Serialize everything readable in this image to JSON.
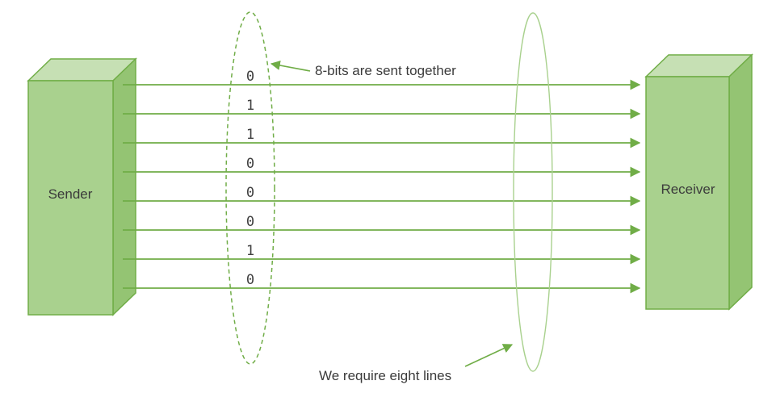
{
  "diagram": {
    "sender_label": "Sender",
    "receiver_label": "Receiver",
    "bits": [
      "0",
      "1",
      "1",
      "0",
      "0",
      "0",
      "1",
      "0"
    ],
    "line_count": 8,
    "annotation_top": "8-bits are sent together",
    "annotation_bottom": "We require eight lines"
  },
  "colors": {
    "line_green": "#70ad47",
    "box_fill": "#a9d18e",
    "box_top_fill": "#c6e0b4",
    "box_side_fill": "#94c473",
    "box_stroke": "#70ad47",
    "dashed_ellipse_stroke": "#70ad47",
    "solid_ellipse_stroke": "#a9d18e",
    "text_color": "#3b3b3b"
  }
}
